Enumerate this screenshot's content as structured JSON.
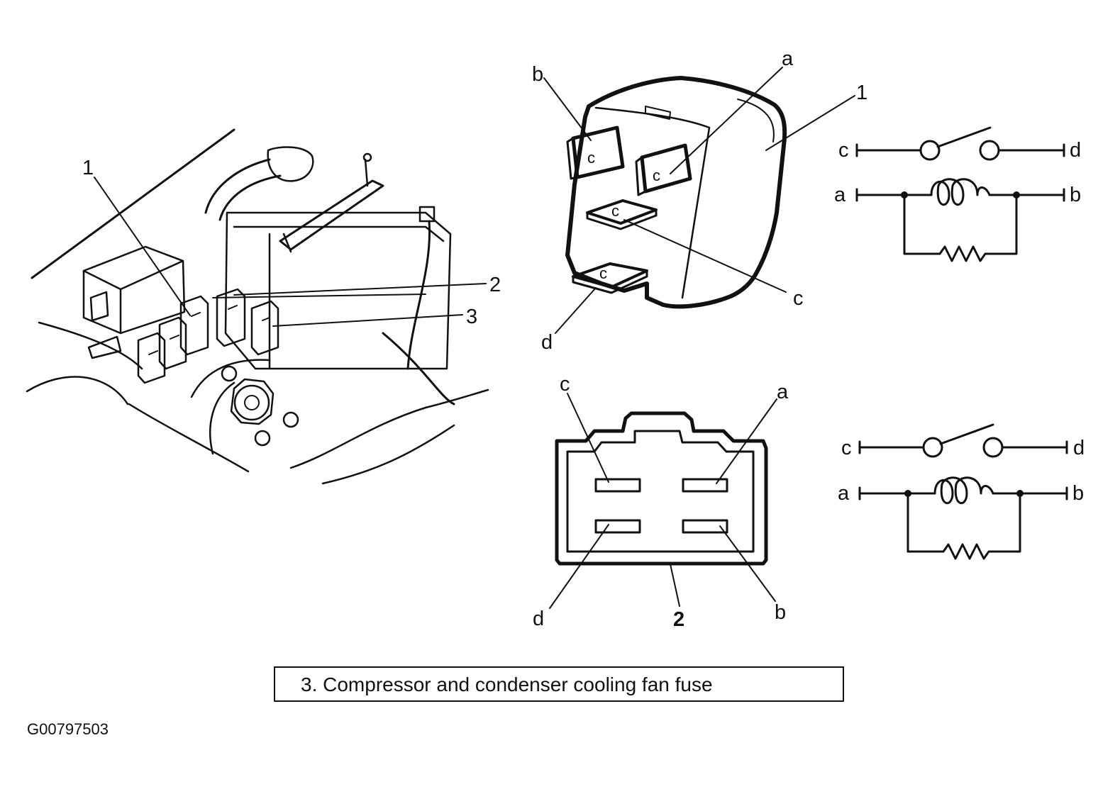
{
  "engine_bay": {
    "callouts": {
      "one": "1",
      "two": "2",
      "three": "3"
    }
  },
  "relay": {
    "callouts": {
      "a": "a",
      "b": "b",
      "c": "c",
      "d": "d",
      "one": "1"
    },
    "pin_marks": {
      "a": "c",
      "b": "c",
      "c": "c",
      "d": "c"
    }
  },
  "connector": {
    "callouts": {
      "a": "a",
      "b": "b",
      "c": "c",
      "d": "d",
      "two": "2"
    }
  },
  "schematic_top": {
    "terminals": {
      "c": "c",
      "d": "d",
      "a": "a",
      "b": "b"
    }
  },
  "schematic_bottom": {
    "terminals": {
      "c": "c",
      "d": "d",
      "a": "a",
      "b": "b"
    }
  },
  "legend": {
    "item": "3.   Compressor and condenser cooling fan fuse"
  },
  "figure_id": "G00797503"
}
